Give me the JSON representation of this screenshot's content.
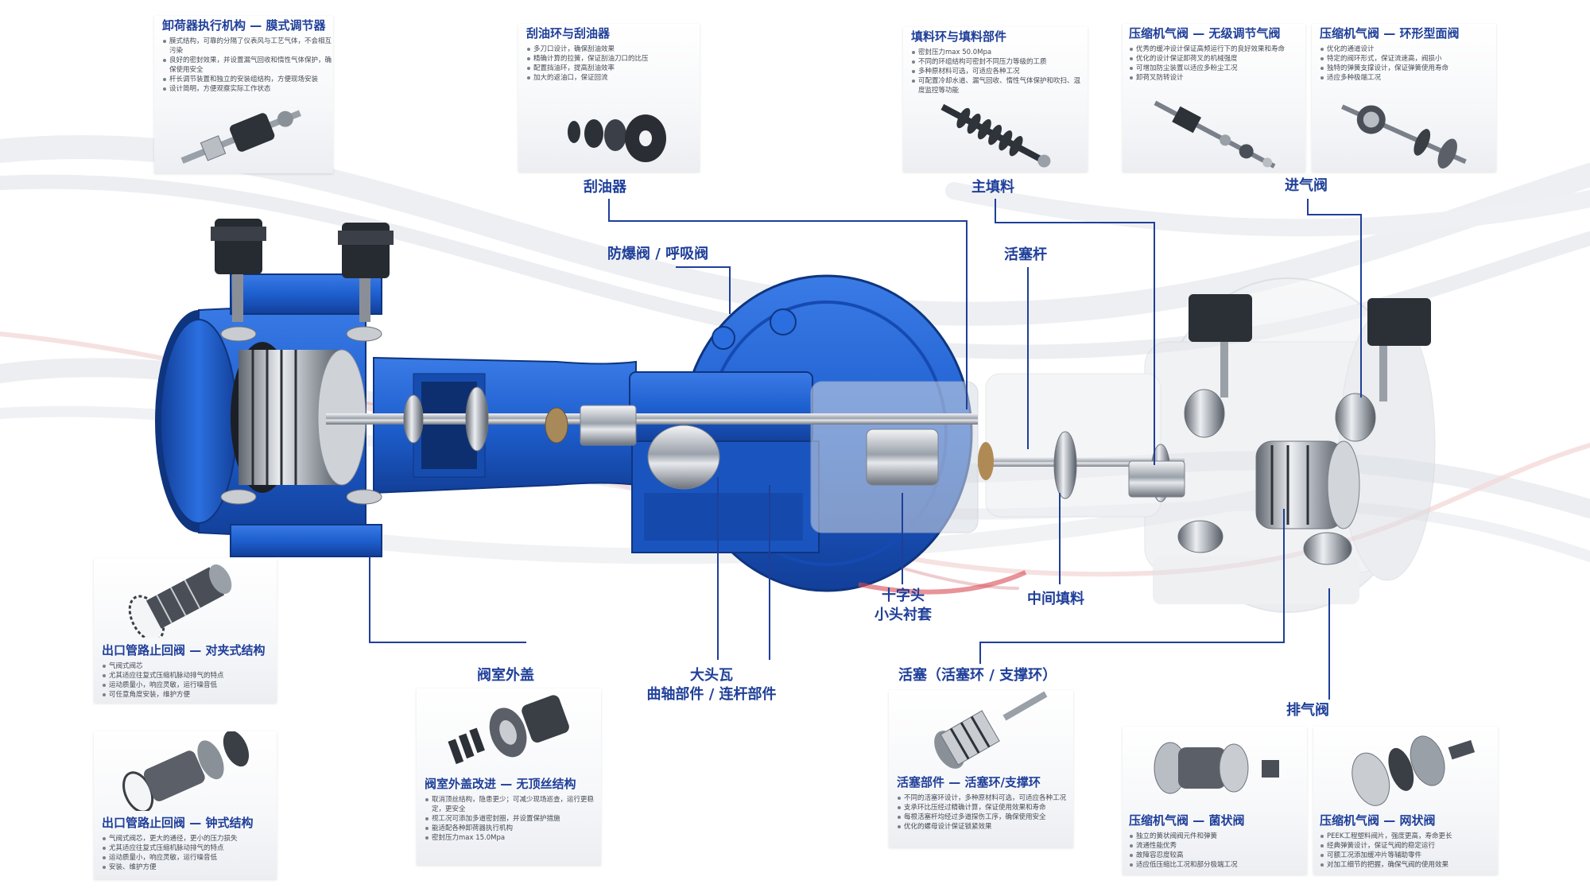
{
  "colors": {
    "accent": "#1f3f99",
    "line": "#1f3f99",
    "machine_blue": "#1e5fcf",
    "text": "#444b55"
  },
  "cards": {
    "unloader": {
      "title": "卸荷器执行机构 — 膜式调节器",
      "bullets": [
        "膜式结构，可靠的分隔了仪表风与工艺气体，不会相互污染",
        "良好的密封效果，并设置漏气回收和惰性气体保护，确保使用安全",
        "杆长调节装置和独立的安装组结构，方便现场安装",
        "设计简明，方便观察实际工作状态"
      ]
    },
    "scraper": {
      "title": "刮油环与刮油器",
      "bullets": [
        "多刀口设计，确保刮油效果",
        "精确计算的拉簧，保证刮油刀口的比压",
        "配置挡油环，提高刮油效率",
        "加大的返油口，保证回流"
      ]
    },
    "packing": {
      "title": "填料环与填料部件",
      "bullets": [
        "密封压力max 50.0Mpa",
        "不同的环组结构可密封不同压力等级的工质",
        "多种原材料可选，可适应各种工况",
        "可配置冷却水道、漏气回收、惰性气体保护和吹扫、温度监控等功能"
      ]
    },
    "stepless": {
      "title": "压缩机气阀 — 无级调节气阀",
      "bullets": [
        "优秀的缓冲设计保证高频运行下的良好效果和寿命",
        "优化的设计保证卸荷叉的机械强度",
        "可增加防尘装置以适应多粉尘工况",
        "卸荷叉防转设计"
      ]
    },
    "ring_valve": {
      "title": "压缩机气阀 — 环形型面阀",
      "bullets": [
        "优化的通道设计",
        "特定的阀环形式，保证流速高，阀损小",
        "独特的弹簧支撑设计，保证弹簧使用寿命",
        "适应多种极端工况"
      ]
    },
    "check_wafer": {
      "title": "出口管路止回阀 — 对夹式结构",
      "bullets": [
        "气阀式阀芯",
        "尤其适应往复式压缩机脉动排气的特点",
        "运动质量小，响应灵敏，运行噪音低",
        "可任意角度安装，维护方便"
      ]
    },
    "check_bell": {
      "title": "出口管路止回阀 — 钟式结构",
      "bullets": [
        "气阀式阀芯，更大的通径，更小的压力损失",
        "尤其适应往复式压缩机脉动排气的特点",
        "运动质量小，响应灵敏，运行噪音低",
        "安装、维护方便"
      ]
    },
    "cover": {
      "title": "阀室外盖改进 — 无顶丝结构",
      "bullets": [
        "取消顶丝结构，隐患更少；可减少现场巡查，运行更稳定，更安全",
        "视工况可添加多道密封圈，并设置保护措施",
        "能适配各种卸荷器执行机构",
        "密封压力max 15.0Mpa"
      ]
    },
    "piston": {
      "title": "活塞部件 — 活塞环/支撑环",
      "bullets": [
        "不同的活塞环设计，多种原材料可选，可适应各种工况",
        "支承环比压经过精确计算，保证使用效果和寿命",
        "每根活塞杆均经过多道探伤工序，确保使用安全",
        "优化的螺母设计保证锁紧效果"
      ]
    },
    "mushroom": {
      "title": "压缩机气阀 — 菌状阀",
      "bullets": [
        "独立的簧状阀阀元件和弹簧",
        "流通性能优秀",
        "故障容忍度较高",
        "适应低压缩比工况和部分极端工况"
      ]
    },
    "mesh": {
      "title": "压缩机气阀 — 网状阀",
      "bullets": [
        "PEEK工程塑料阀片，强度更高，寿命更长",
        "经典弹簧设计，保证气阀的稳定运行",
        "可额工况添加缓冲片等辅助零件",
        "对加工细节的把握，确保气阀的使用效果"
      ]
    }
  },
  "labels": {
    "scraper": "刮油器",
    "main_packing": "主填料",
    "intake_valve": "进气阀",
    "breather": "防爆阀 / 呼吸阀",
    "piston_rod": "活塞杆",
    "crosshead_1": "十字头",
    "crosshead_2": "小头衬套",
    "middle_packing": "中间填料",
    "valve_cover": "阀室外盖",
    "bearing_1": "大头瓦",
    "bearing_2": "曲轴部件 / 连杆部件",
    "piston": "活塞（活塞环 / 支撑环）",
    "discharge_valve": "排气阀"
  }
}
